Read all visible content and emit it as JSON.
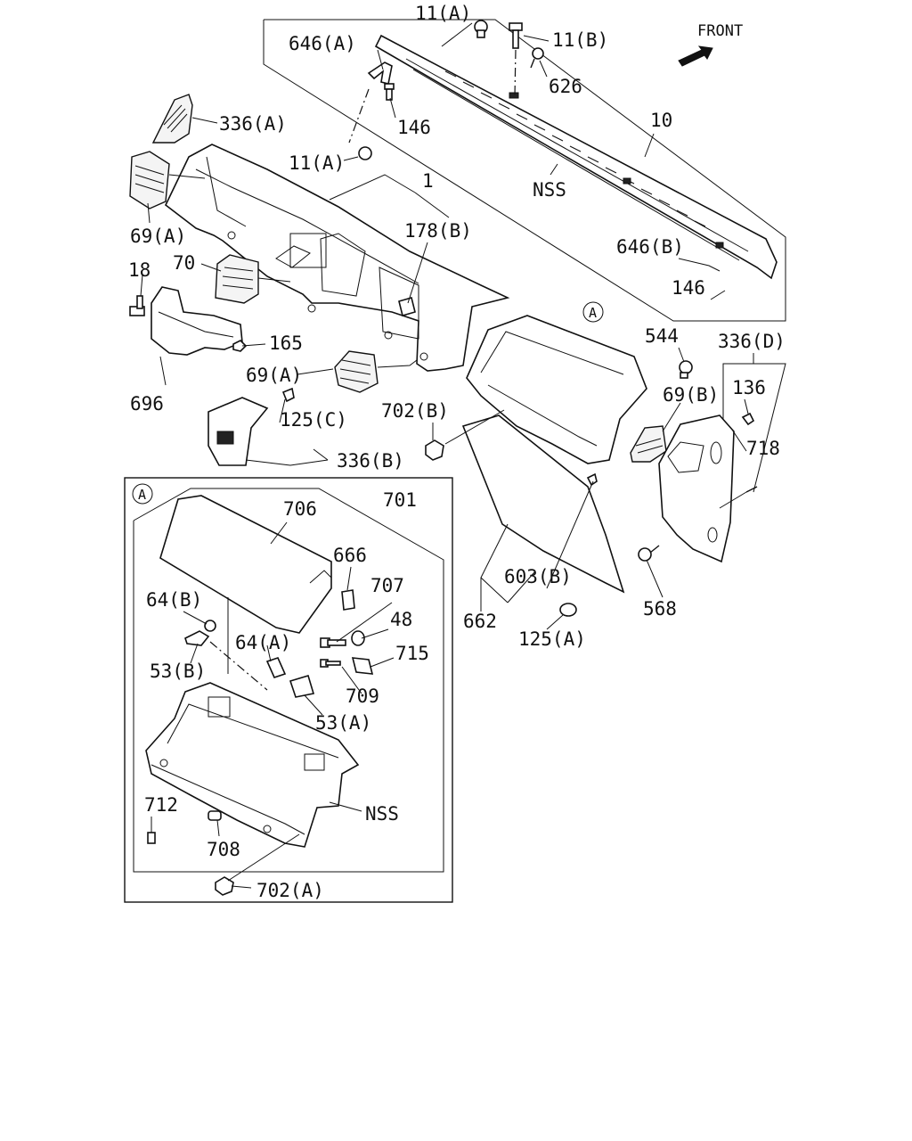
{
  "front_label": "FRONT",
  "callout": "A",
  "labels": {
    "p11a_top": "11(A)",
    "p11b": "11(B)",
    "p646a": "646(A)",
    "p626": "626",
    "p10": "10",
    "p146_top": "146",
    "p336a": "336(A)",
    "p11a_mid": "11(A)",
    "pnss_top": "NSS",
    "p1": "1",
    "p178b": "178(B)",
    "p646b": "646(B)",
    "p69a_left": "69(A)",
    "p146_right": "146",
    "p18": "18",
    "p70": "70",
    "p544": "544",
    "p336d": "336(D)",
    "p165": "165",
    "p69a_mid": "69(A)",
    "p136": "136",
    "p69b": "69(B)",
    "p696": "696",
    "p702b": "702(B)",
    "p125c": "125(C)",
    "p718": "718",
    "p336b": "336(B)",
    "p706": "706",
    "p701": "701",
    "p666": "666",
    "p707": "707",
    "p64b": "64(B)",
    "p48": "48",
    "p603b": "603(B)",
    "p568": "568",
    "p64a": "64(A)",
    "p715": "715",
    "p662": "662",
    "p125a": "125(A)",
    "p53b": "53(B)",
    "p709": "709",
    "p53a": "53(A)",
    "pnss_box": "NSS",
    "p712": "712",
    "p708": "708",
    "p702a": "702(A)"
  }
}
